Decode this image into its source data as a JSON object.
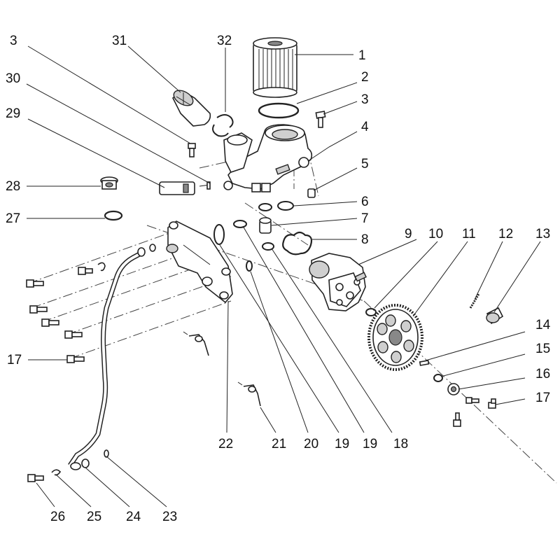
{
  "diagram": {
    "callouts": [
      "1",
      "2",
      "3",
      "3",
      "4",
      "5",
      "6",
      "7",
      "8",
      "9",
      "10",
      "11",
      "12",
      "13",
      "14",
      "15",
      "16",
      "17",
      "17",
      "18",
      "19",
      "19",
      "20",
      "21",
      "22",
      "23",
      "24",
      "25",
      "26",
      "27",
      "28",
      "29",
      "30",
      "31",
      "32"
    ]
  }
}
